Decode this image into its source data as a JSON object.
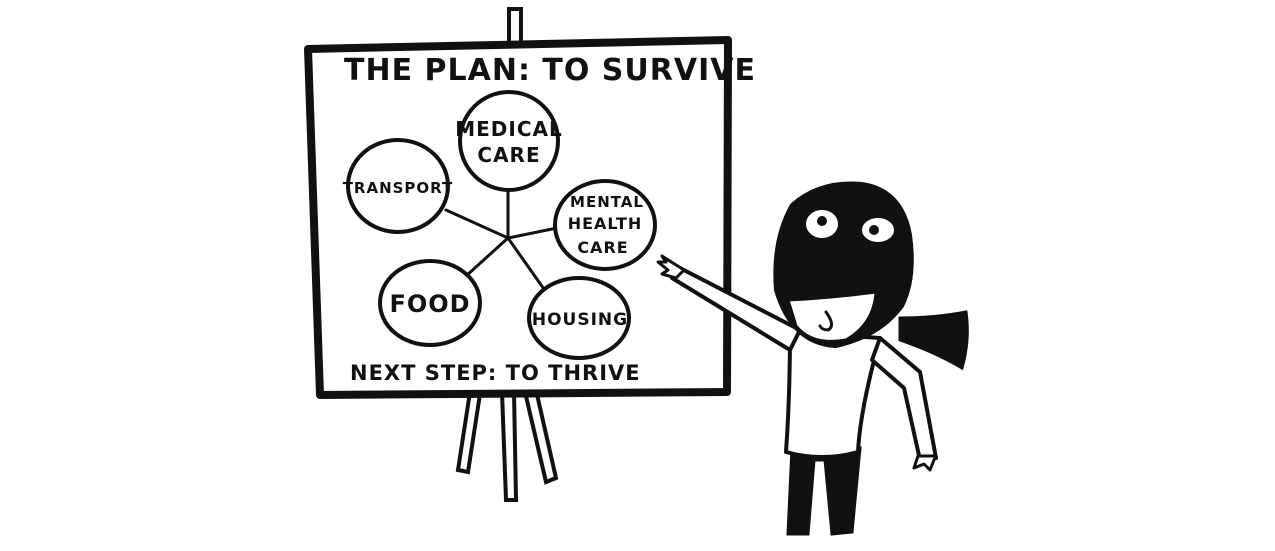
{
  "board": {
    "title": "THE PLAN: TO SURVIVE",
    "footer": "NEXT STEP: TO THRIVE"
  },
  "mind_map": {
    "nodes": {
      "medical": [
        "MEDICAL",
        "CARE"
      ],
      "transport": [
        "TRANSPORT"
      ],
      "mental_health": [
        "MENTAL",
        "HEALTH",
        "CARE"
      ],
      "food": [
        "FOOD"
      ],
      "housing": [
        "HOUSING"
      ]
    }
  },
  "colors": {
    "ink": "#111111",
    "paper": "#ffffff"
  }
}
